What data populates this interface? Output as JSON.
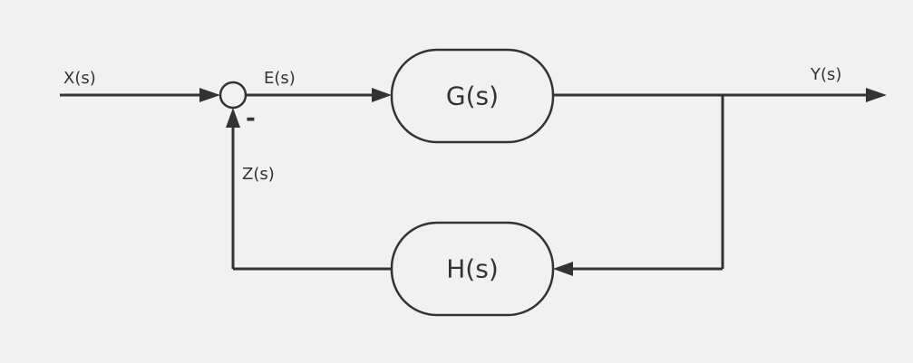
{
  "blocks": {
    "forward": "G(s)",
    "feedback": "H(s)"
  },
  "signals": {
    "input": "X(s)",
    "error": "E(s)",
    "output": "Y(s)",
    "feedback": "Z(s)"
  },
  "summing_junction": {
    "feedback_sign": "-"
  }
}
